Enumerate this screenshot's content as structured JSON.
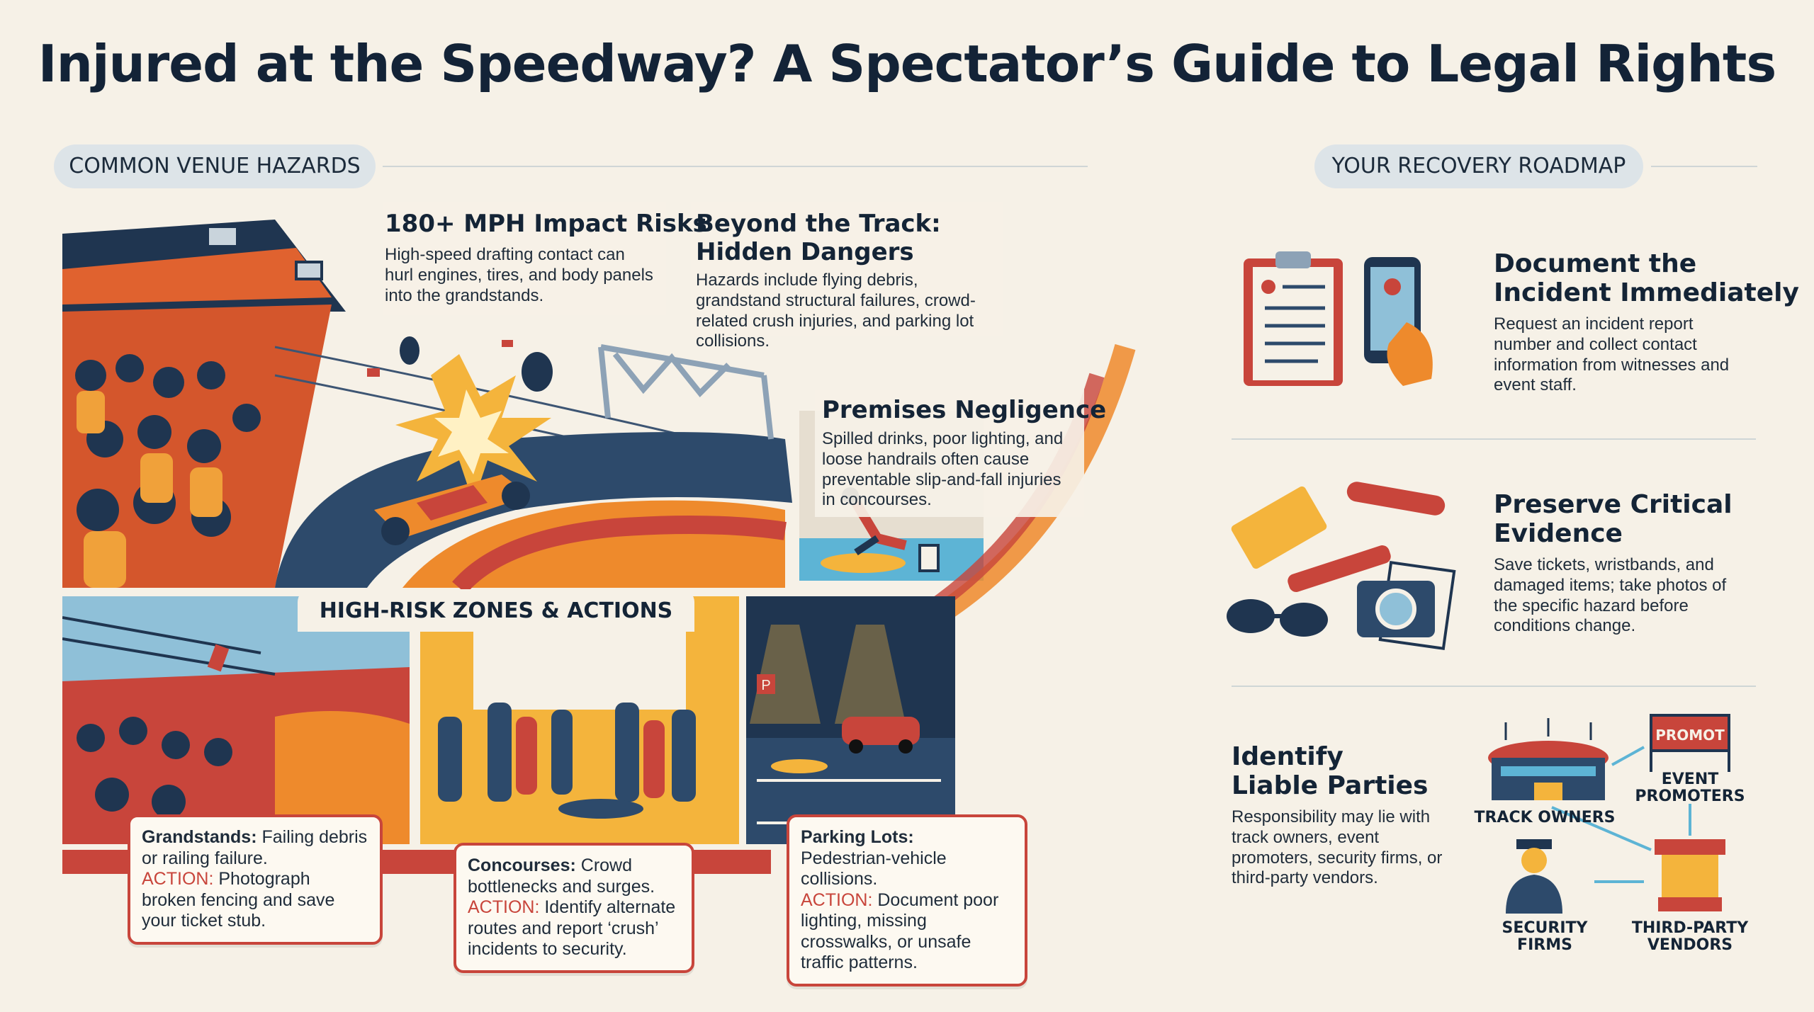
{
  "page": {
    "title": "Injured at the Speedway? A Spectator’s Guide to Legal Rights"
  },
  "left": {
    "section_label": "COMMON VENUE HAZARDS",
    "impact": {
      "heading": "180+ MPH Impact Risks",
      "body": "High-speed drafting contact can hurl engines, tires, and body panels into the grandstands."
    },
    "beyond": {
      "heading_line1": "Beyond the Track:",
      "heading_line2": "Hidden Dangers",
      "body": "Hazards include flying debris, grandstand structural failures, crowd-related crush injuries, and parking lot collisions."
    },
    "premises": {
      "heading": "Premises Negligence",
      "body": "Spilled drinks, poor lighting, and loose handrails often cause preventable slip-and-fall injuries in concourses."
    },
    "zones_banner": "HIGH-RISK ZONES & ACTIONS",
    "zones": [
      {
        "title": "Grandstands:",
        "desc": "Failing debris or railing failure.",
        "action_label": "ACTION:",
        "action": "Photograph broken fencing and save your ticket stub."
      },
      {
        "title": "Concourses:",
        "desc": "Crowd bottlenecks and surges.",
        "action_label": "ACTION:",
        "action": "Identify alternate routes and report ‘crush’ incidents to security."
      },
      {
        "title": "Parking Lots:",
        "desc": "Pedestrian-vehicle collisions.",
        "action_label": "ACTION:",
        "action": "Document poor lighting, missing crosswalks, or unsafe traffic patterns."
      }
    ],
    "parking_sign": "P"
  },
  "right": {
    "section_label": "YOUR RECOVERY ROADMAP",
    "steps": [
      {
        "heading_line1": "Document the",
        "heading_line2": "Incident Immediately",
        "body": "Request an incident report number and collect contact information from witnesses and event staff."
      },
      {
        "heading_line1": "Preserve Critical",
        "heading_line2": "Evidence",
        "body": "Save tickets, wristbands, and damaged items; take photos of the specific hazard before conditions change."
      },
      {
        "heading_line1": "Identify",
        "heading_line2": "Liable Parties",
        "body": "Responsibility may lie with track owners, event promoters, security firms, or third-party vendors."
      }
    ],
    "parties": {
      "track_owners": "TRACK OWNERS",
      "promoter_sign": "PROMOT",
      "event_promoters_1": "EVENT",
      "event_promoters_2": "PROMOTERS",
      "security_1": "SECURITY",
      "security_2": "FIRMS",
      "vendors_1": "THIRD-PARTY",
      "vendors_2": "VENDORS"
    }
  },
  "colors": {
    "background": "#f6f1e7",
    "navy": "#132337",
    "accent_red": "#c8453b",
    "accent_orange": "#ee8a2c",
    "accent_yellow": "#f4b43c",
    "track_blue": "#2d4a6b"
  }
}
